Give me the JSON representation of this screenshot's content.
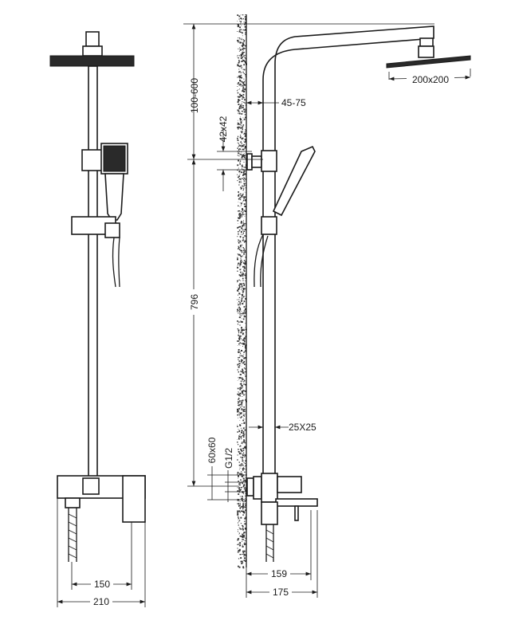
{
  "title": "Shower column dimension drawing",
  "dimensions": {
    "arm_height": "100-600",
    "wall_offset": "45-75",
    "head_size": "200x200",
    "bracket_size": "42x42",
    "rail_height": "796",
    "rod_section": "25X25",
    "mixer_plate": "60x60",
    "thread": "G1/2",
    "spout_depth": "159",
    "total_depth": "175",
    "inlet_spacing": "150",
    "mixer_width": "210"
  }
}
